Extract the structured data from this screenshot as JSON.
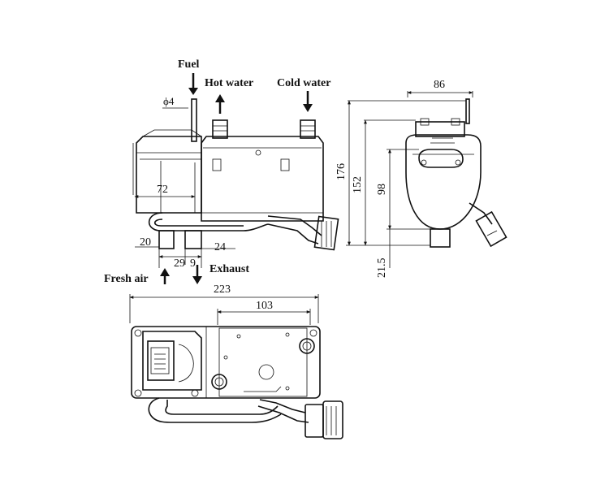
{
  "labels": {
    "fuel": "Fuel",
    "hot_water": "Hot water",
    "cold_water": "Cold water",
    "fresh_air": "Fresh air",
    "exhaust": "Exhaust"
  },
  "dimensions": {
    "fuel_diameter": "ϕ4",
    "width_72": "72",
    "d20": "20",
    "d24": "24",
    "d29": "29",
    "d9": "9",
    "length_223": "223",
    "d103": "103",
    "width_86": "86",
    "height_176": "176",
    "height_152": "152",
    "height_98": "98",
    "d21_5": "21.5"
  },
  "colors": {
    "line": "#111111",
    "background": "#ffffff"
  }
}
